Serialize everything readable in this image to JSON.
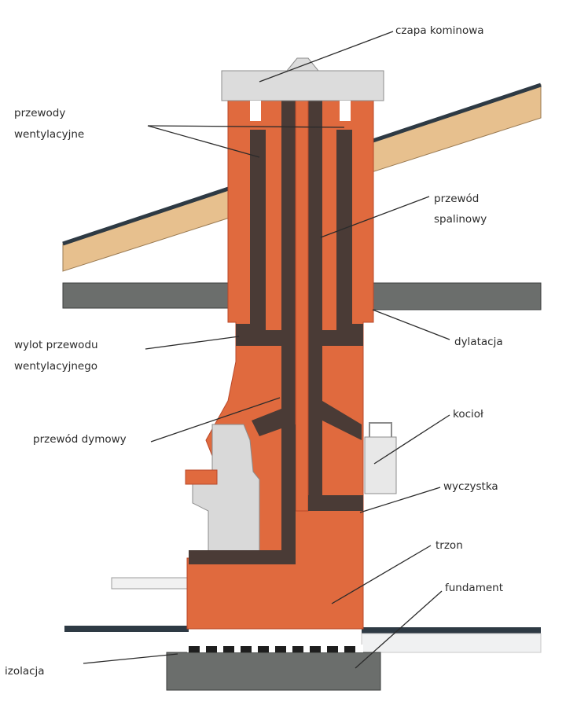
{
  "labels": {
    "czapa": "czapa kominowa",
    "went_1": "przewody",
    "went_2": "wentylacyjne",
    "spal_1": "przewód",
    "spal_2": "spalinowy",
    "dylatacja": "dylatacja",
    "wylot_1": "wylot przewodu",
    "wylot_2": "wentylacyjnego",
    "kociol": "kocioł",
    "dymowy": "przewód dymowy",
    "wyczystka": "wyczystka",
    "trzon": "trzon",
    "fundament": "fundament",
    "izolacja": "izolacja"
  },
  "colors": {
    "brick": "#e06a3e",
    "flue": "#4a3b36",
    "concrete": "#6b6e6c",
    "roof_wood": "#e7c08e",
    "cap": "#dcdcdc",
    "boiler": "#e8e8e8"
  }
}
